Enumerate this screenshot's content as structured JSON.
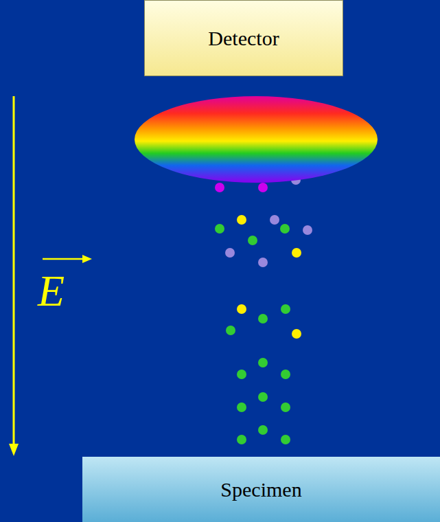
{
  "diagram": {
    "nodes": [
      {
        "text": [
          "Detector"
        ]
      },
      {
        "text": [
          "Specimen"
        ]
      }
    ],
    "labels": [
      "E"
    ]
  }
}
